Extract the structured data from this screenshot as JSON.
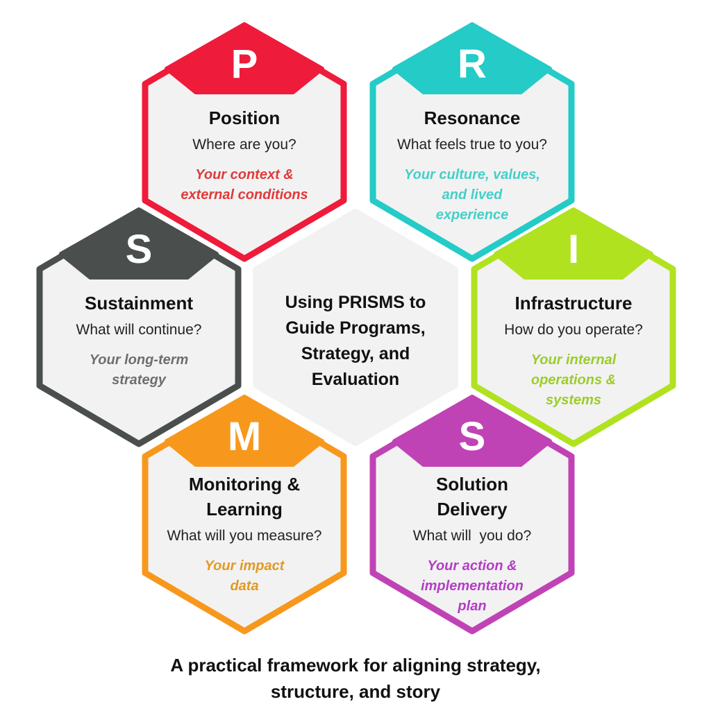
{
  "center": {
    "lines": [
      "Using PRISMS to",
      "Guide Programs,",
      "Strategy, and",
      "Evaluation"
    ]
  },
  "footer": {
    "lines": [
      "A practical framework for aligning strategy,",
      "structure, and story"
    ]
  },
  "hexagons": [
    {
      "id": "position",
      "letter": "P",
      "color": "#ee1b3b",
      "title_lines": [
        "Position"
      ],
      "question": "Where are you?",
      "tag_lines": [
        "Your context &",
        "external conditions"
      ],
      "tag_color": "#e03a3a"
    },
    {
      "id": "resonance",
      "letter": "R",
      "color": "#24cbc7",
      "title_lines": [
        "Resonance"
      ],
      "question": "What feels true to you?",
      "tag_lines": [
        "Your culture, values,",
        "and lived",
        "experience"
      ],
      "tag_color": "#44cfc9"
    },
    {
      "id": "sustainment",
      "letter": "S",
      "color": "#4a4f4e",
      "title_lines": [
        "Sustainment"
      ],
      "question": "What will continue?",
      "tag_lines": [
        "Your long-term",
        "strategy"
      ],
      "tag_color": "#6e6e6e"
    },
    {
      "id": "infrastructure",
      "letter": "I",
      "color": "#b0e21f",
      "title_lines": [
        "Infrastructure"
      ],
      "question": "How do you operate?",
      "tag_lines": [
        "Your internal",
        "operations &",
        "systems"
      ],
      "tag_color": "#9ccc2a"
    },
    {
      "id": "monitoring",
      "letter": "M",
      "color": "#f7981d",
      "title_lines": [
        "Monitoring &",
        "Learning"
      ],
      "question": "What will you measure?",
      "tag_lines": [
        "Your impact",
        "data"
      ],
      "tag_color": "#e19a22"
    },
    {
      "id": "solution",
      "letter": "S",
      "color": "#c043b6",
      "title_lines": [
        "Solution",
        "Delivery"
      ],
      "question": "What will  you do?",
      "tag_lines": [
        "Your action &",
        "implementation",
        "plan"
      ],
      "tag_color": "#b33dc5"
    }
  ]
}
